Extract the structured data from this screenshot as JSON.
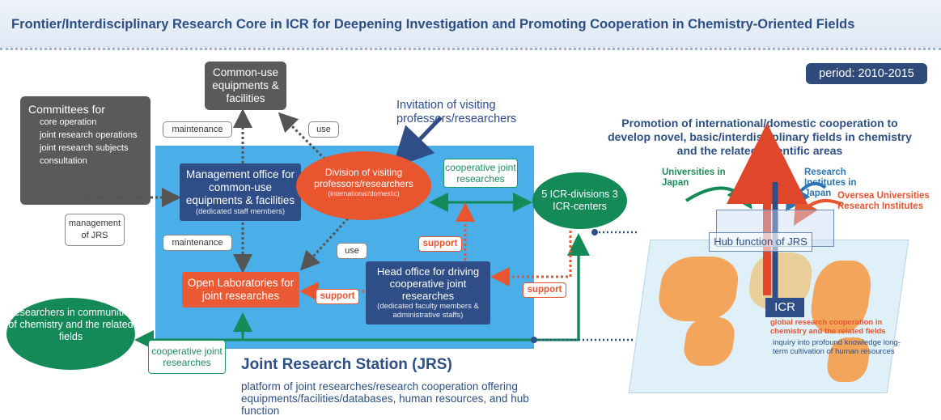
{
  "title": "Frontier/Interdisciplinary Research Core in ICR for Deepening Investigation and Promoting Cooperation in Chemistry-Oriented Fields",
  "period": "period: 2010-2015",
  "committees": {
    "heading": "Committees for",
    "items": [
      "core operation",
      "joint research operations",
      "joint research subjects",
      "consultation"
    ]
  },
  "common_use": "Common-use equipments & facilities",
  "tags": {
    "maintenance_top": "maintenance",
    "maintenance_mid": "maintenance",
    "use_top": "use",
    "use_mid": "use",
    "management_of_jrs": "management of JRS",
    "support_division": "support",
    "support_openlab": "support",
    "support_right": "support",
    "coop_top": "cooperative joint researches",
    "coop_bottom": "cooperative joint researches"
  },
  "invitation": "Invitation of visiting professors/researchers",
  "mgmt_office": {
    "label": "Management office for common-use equipments & facilities",
    "sub": "(dedicated staff members)"
  },
  "division": {
    "label": "Division of visiting professors/researchers",
    "sub": "(international/domestic)"
  },
  "icr_divisions": "5 ICR-divisions 3 ICR-centers",
  "open_lab": "Open Laboratories for joint researches",
  "head_office": {
    "label": "Head office for driving cooperative joint researches",
    "sub": "(dedicated faculty members & administrative staffs)"
  },
  "researchers": "Researchers in communities of chemistry and the related fields",
  "jrs": {
    "title": "Joint Research Station (JRS)",
    "desc": "platform of joint researches/research cooperation offering equipments/facilities/databases, human resources, and hub function"
  },
  "promotion": "Promotion of international/domestic cooperation to develop novel, basic/interdisciplinary fields in chemistry and the related scientific areas",
  "map_labels": {
    "universities": "Universities in Japan",
    "research_institutes": "Research Institutes in Japan",
    "oversea": "Oversea Universities Research Institutes",
    "hub": "Hub function of JRS",
    "icr": "ICR",
    "global": "global research cooperation in chemistry and the related fields",
    "inquiry": "inquiry into profound knowledge long-term cultivation of human resources"
  },
  "colors": {
    "navy": "#2f4d87",
    "green": "#148a58",
    "orange": "#e8552f",
    "blue_panel": "#4aaee8",
    "gray": "#5a5a5a"
  }
}
